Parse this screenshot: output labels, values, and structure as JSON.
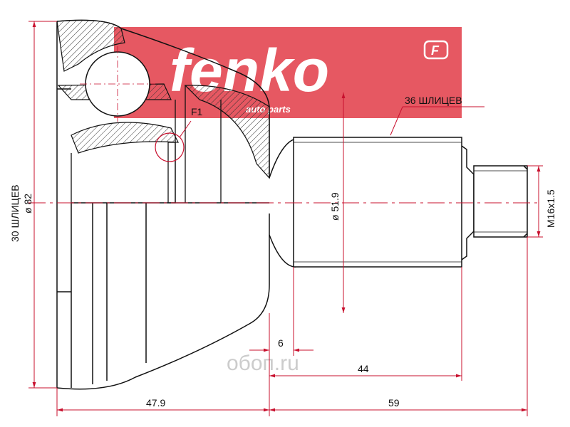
{
  "brand": {
    "name": "fenko",
    "tagline": "auto parts",
    "badge": "F",
    "color": "#e23b47"
  },
  "watermark": {
    "text": "oбоп.ru"
  },
  "labels": {
    "splines_outer": "36 ШЛИЦЕВ",
    "splines_inner": "30 ШЛИЦЕВ",
    "diameter_outer": "ø 82",
    "diameter_shaft": "ø 51.9",
    "thread": "M16x1.5",
    "detail": "F1",
    "dim_small": "6",
    "dim_shaft": "44",
    "dim_body": "47.9",
    "dim_right": "59"
  },
  "colors": {
    "line": "#111111",
    "dimension": "#c8102e",
    "hatch": "#333333"
  }
}
